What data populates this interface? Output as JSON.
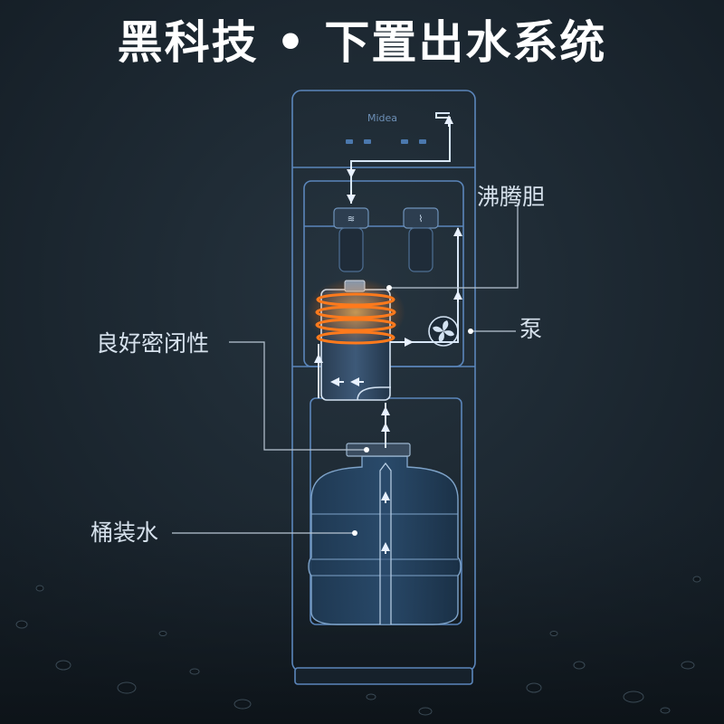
{
  "title": "黑科技 • 下置出水系统",
  "brand": "Midea",
  "labels": {
    "boiling_tank": "沸腾胆",
    "pump": "泵",
    "sealing": "良好密闭性",
    "bottled_water": "桶装水"
  },
  "colors": {
    "background": "#1b2630",
    "outline": "#5b86bb",
    "flow_arrow": "#e8f1ff",
    "heating_coil": "#ff7a1c",
    "callout_line": "#b9c6d4"
  }
}
